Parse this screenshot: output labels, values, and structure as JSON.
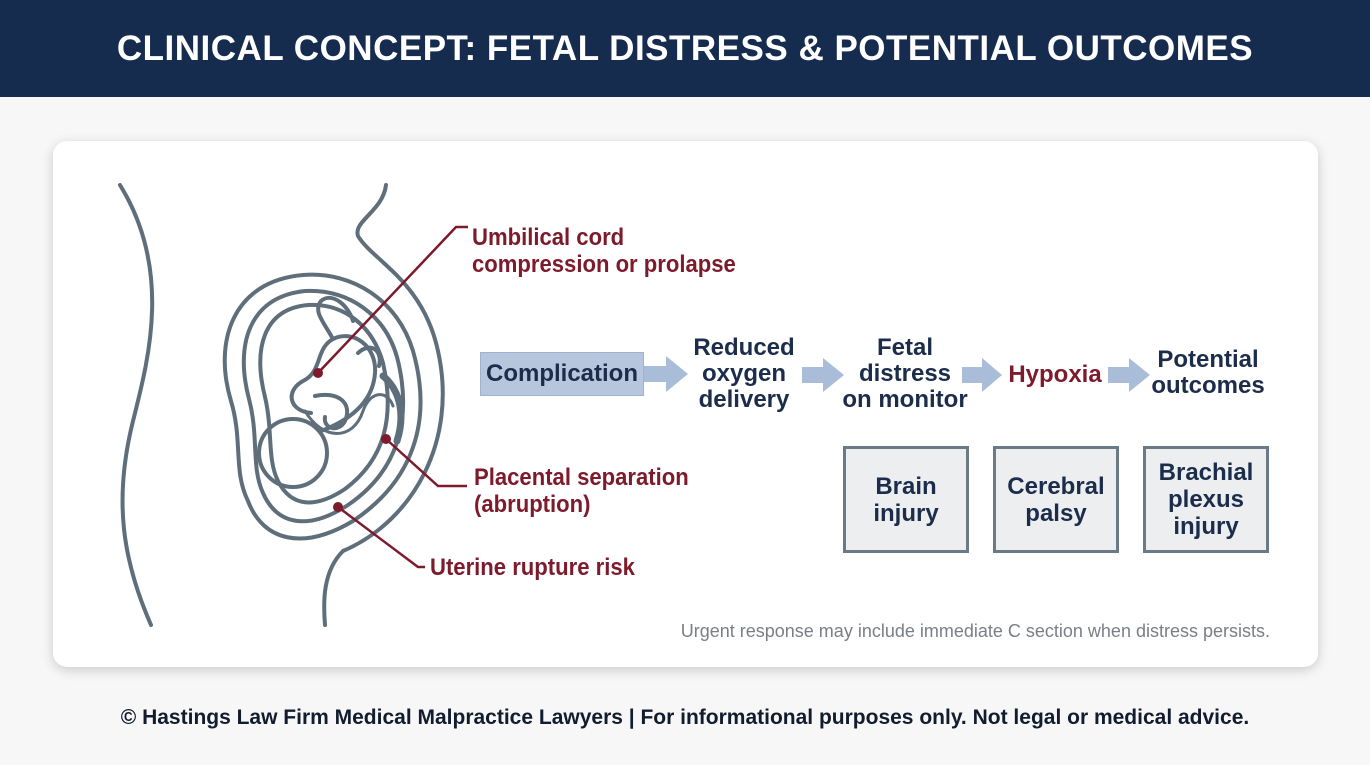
{
  "header": {
    "title": "CLINICAL CONCEPT: FETAL DISTRESS & POTENTIAL OUTCOMES"
  },
  "callouts": {
    "cord": [
      "Umbilical cord",
      "compression or prolapse"
    ],
    "placenta": [
      "Placental separation",
      "(abruption)"
    ],
    "uterine": "Uterine rupture risk"
  },
  "flow": {
    "complication": "Complication",
    "step1": [
      "Reduced",
      "oxygen",
      "delivery"
    ],
    "step2": [
      "Fetal",
      "distress",
      "on monitor"
    ],
    "step3": "Hypoxia",
    "step4": [
      "Potential",
      "outcomes"
    ]
  },
  "outcomes": [
    [
      "Brain",
      "injury"
    ],
    [
      "Cerebral",
      "palsy"
    ],
    [
      "Brachial",
      "plexus",
      "injury"
    ]
  ],
  "note": "Urgent response may include immediate C section when distress persists.",
  "footer": "© Hastings Law Firm Medical Malpractice Lawyers | For informational purposes only. Not legal or medical advice.",
  "colors": {
    "header_bg": "#162c4f",
    "accent_red": "#7d1a2b",
    "navy_text": "#1b2d4b",
    "arrow_blue": "#a9bdd8",
    "line_gray": "#5f6e7b"
  }
}
